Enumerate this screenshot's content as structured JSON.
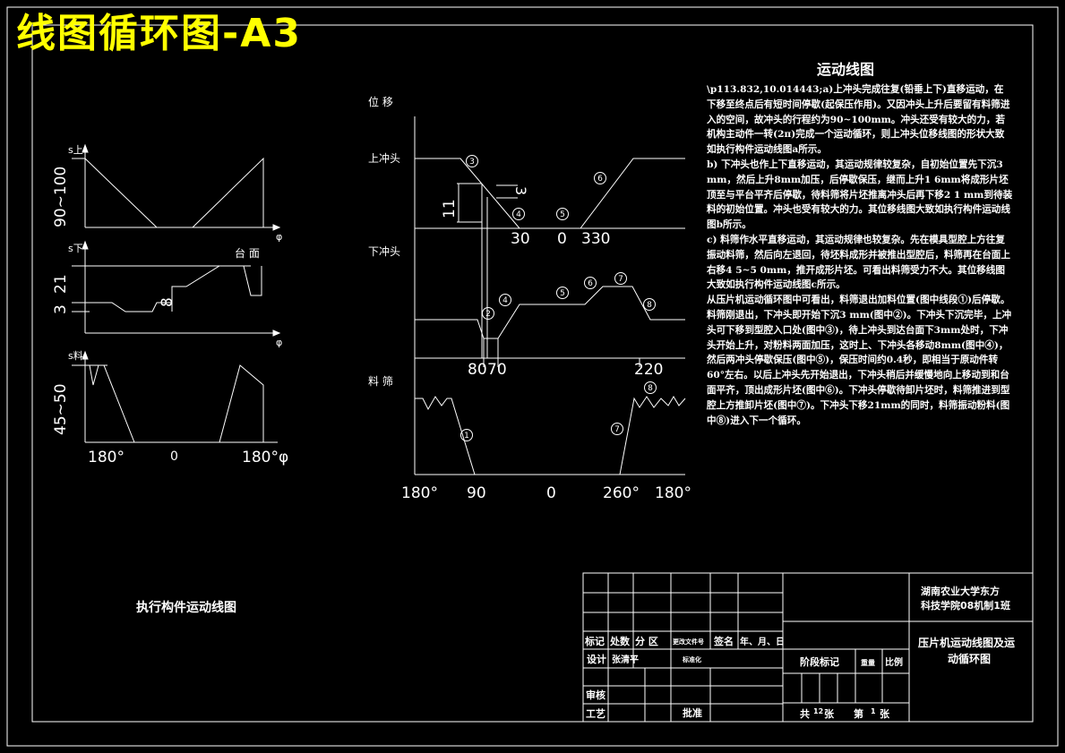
{
  "banner": "线图循环图-A3",
  "description": {
    "title": "运动线图",
    "paragraphs": [
      "\\p113.832,10.014443;a)上冲头完成往复(铅垂上下)直移运动，在下移至终点后有短时间停歇(起保压作用)。又因冲头上升后要留有料筛进入的空间，故冲头的行程约为90~100mm。冲头还受有较大的力，若机构主动件一转(2π)完成一个运动循环，则上冲头位移线图的形状大致如执行构件运动线图a所示。",
      "b) 下冲头也作上下直移运动，其运动规律较复杂，自初始位置先下沉3 mm，然后上升8mm加压，后停歇保压，继而上升1 6mm将成形片坯顶至与平台平齐后停歇，待料筛将片坯推离冲头后再下移2 1 mm到待装料的初始位置。冲头也受有较大的力。其位移线图大致如执行构件运动线图b所示。",
      "c) 料筛作水平直移运动，其运动规律也较复杂。先在模具型腔上方往复振动料筛，然后向左退回，待坯料成形并被推出型腔后，料筛再在台面上右移4 5~5 0mm，推开成形片坯。可看出料筛受力不大。其位移线图大致如执行构件运动线图c所示。",
      "从压片机运动循环图中可看出，料筛退出加料位置(图中线段①)后停歇。料筛刚退出，下冲头即开始下沉3 mm(图中②)。下冲头下沉完毕，上冲头可下移到型腔入口处(图中③)，待上冲头到达台面下3mm处时，下冲头开始上升，对粉料两面加压，这时上、下冲头各移动8mm(图中④)，然后两冲头停歇保压(图中⑤)，保压时间约0.4秒，即相当于原动件转60°左右。以后上冲头先开始退出，下冲头稍后并缓慢地向上移动到和台面平齐，顶出成形片坯(图中⑥)。下冲头停歇待卸片坯时，料筛推进到型腔上方推卸片坯(图中⑦)。下冲头下移21mm的同时，料筛振动粉料(图中⑧)进入下一个循环。"
    ]
  },
  "caption": "执行构件运动线图",
  "left_charts": {
    "a": {
      "ylabel": "s上",
      "range_label": "90~100",
      "xlabel": "φ"
    },
    "b": {
      "ylabel": "s下",
      "label_21": "21",
      "label_3": "3",
      "label_8": "8",
      "platform": "台 面",
      "xlabel": "φ"
    },
    "c": {
      "ylabel": "s料",
      "range_label": "45~50",
      "x_left": "180°",
      "x_mid": "0",
      "x_right": "180°φ"
    }
  },
  "cycle": {
    "row_disp": "位 移",
    "row_upper": "上冲头",
    "row_lower": "下冲头",
    "row_sieve": "料 筛",
    "label_11": "11",
    "label_3": "3",
    "marks": {
      "m1": "1",
      "m2": "2",
      "m3": "3",
      "m4": "4",
      "m5": "5",
      "m6": "6",
      "m7": "7",
      "m8": "8"
    },
    "upper_ticks": [
      "30",
      "0",
      "330"
    ],
    "lower_ticks": [
      "80",
      "70",
      "220"
    ],
    "bottom_ticks": [
      "180°",
      "90",
      "0",
      "260°",
      "180°"
    ]
  },
  "title_block": {
    "school_line1": "湖南农业大学东方",
    "school_line2": "科技学院08机制1班",
    "drawing_title_line1": "压片机运动线图及运",
    "drawing_title_line2": "动循环图",
    "h_mark": "标记",
    "h_count": "处数",
    "h_zone": "分 区",
    "h_docno": "更改文件号",
    "h_sign": "签名",
    "h_date": "年、月、日",
    "design": "设计",
    "designer": "张清平",
    "standard": "标准化",
    "stage": "阶段标记",
    "weight": "重量",
    "scale": "比例",
    "review": "审核",
    "process": "工艺",
    "approve": "批准",
    "sheets_total_prefix": "共",
    "sheets_total": "12",
    "sheets_total_suffix": "张",
    "sheet_no_prefix": "第",
    "sheet_no": "1",
    "sheet_no_suffix": "张"
  }
}
